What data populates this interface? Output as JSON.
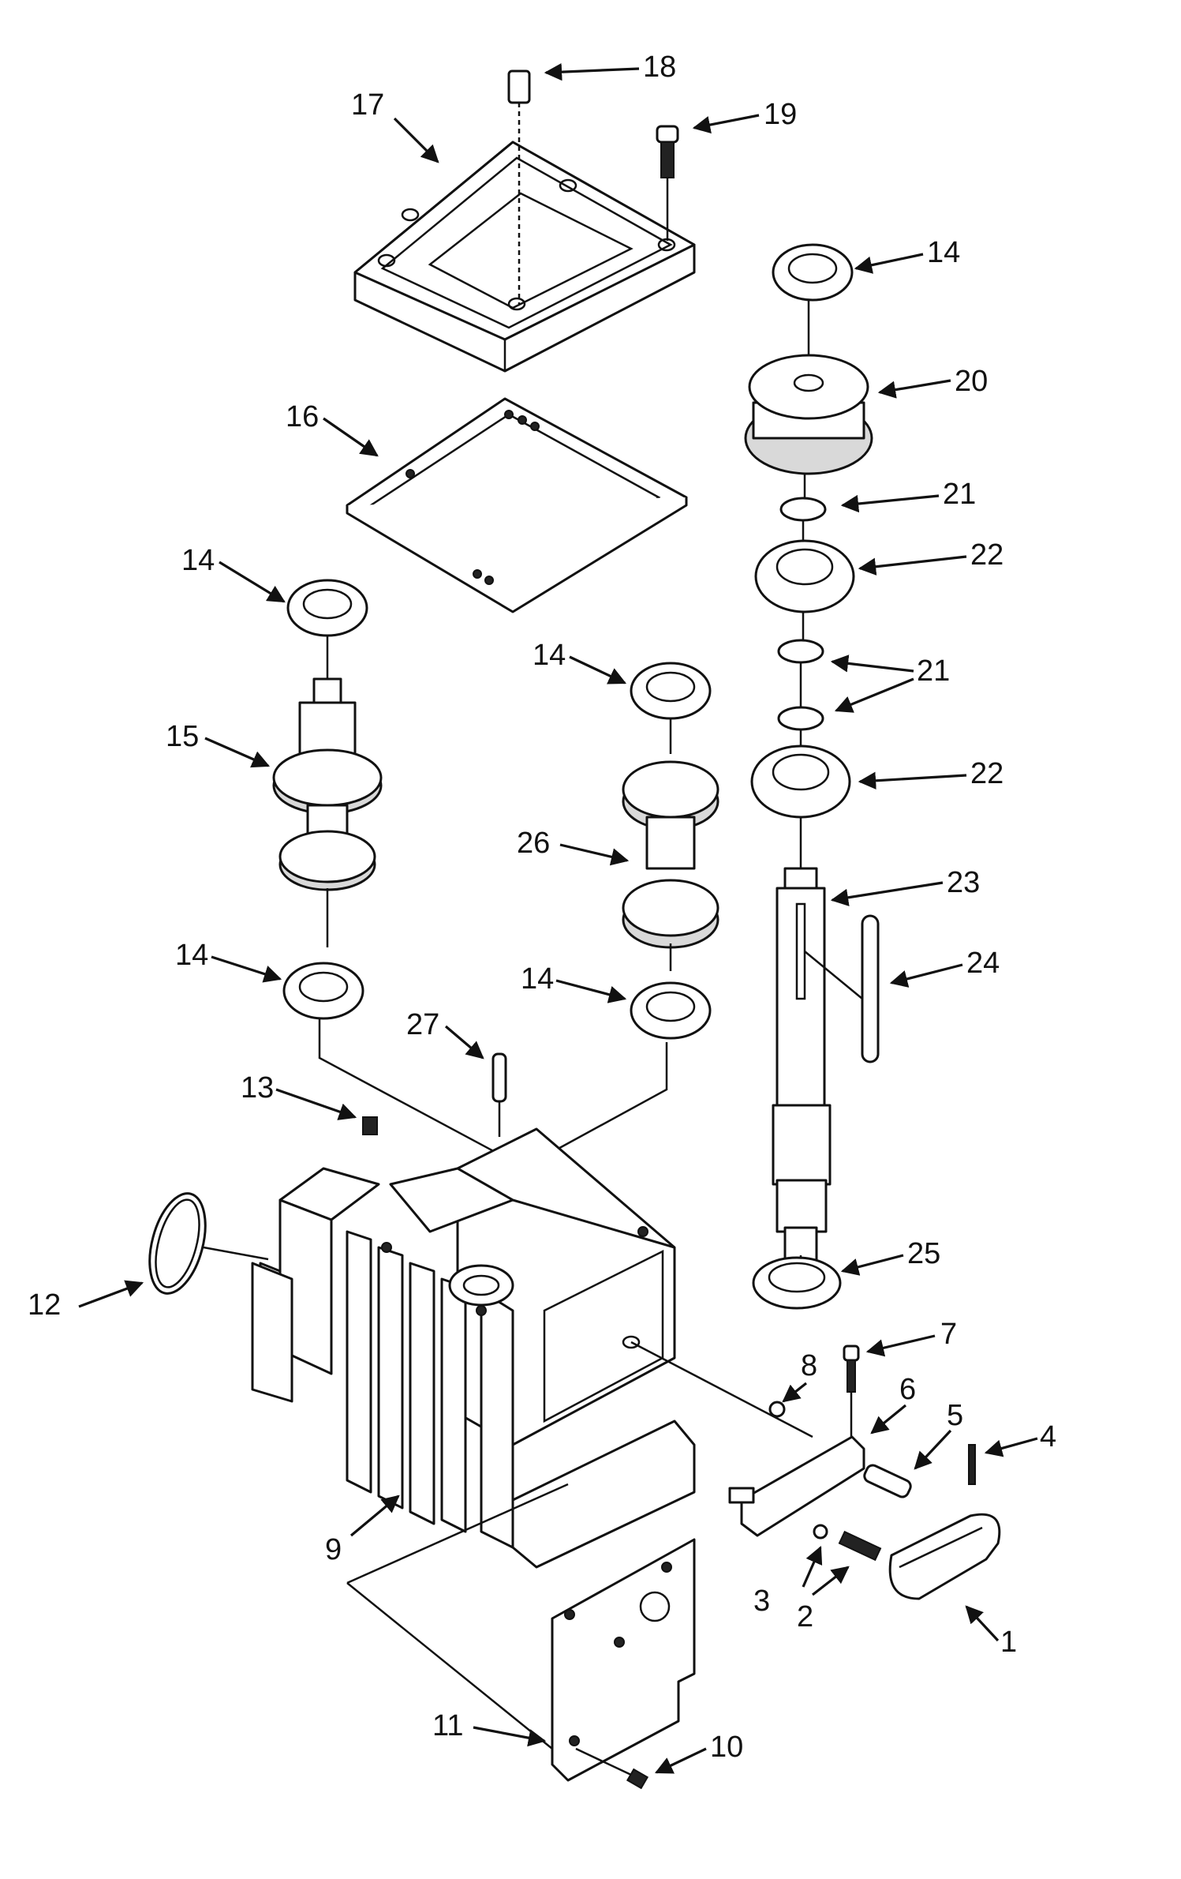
{
  "diagram": {
    "callouts": [
      {
        "id": "1",
        "text": "1"
      },
      {
        "id": "2",
        "text": "2"
      },
      {
        "id": "3",
        "text": "3"
      },
      {
        "id": "4",
        "text": "4"
      },
      {
        "id": "5",
        "text": "5"
      },
      {
        "id": "6",
        "text": "6"
      },
      {
        "id": "7",
        "text": "7"
      },
      {
        "id": "8",
        "text": "8"
      },
      {
        "id": "9",
        "text": "9"
      },
      {
        "id": "10",
        "text": "10"
      },
      {
        "id": "11",
        "text": "11"
      },
      {
        "id": "12",
        "text": "12"
      },
      {
        "id": "13",
        "text": "13"
      },
      {
        "id": "14a",
        "text": "14"
      },
      {
        "id": "14b",
        "text": "14"
      },
      {
        "id": "14c",
        "text": "14"
      },
      {
        "id": "14d",
        "text": "14"
      },
      {
        "id": "14e",
        "text": "14"
      },
      {
        "id": "15",
        "text": "15"
      },
      {
        "id": "16",
        "text": "16"
      },
      {
        "id": "17",
        "text": "17"
      },
      {
        "id": "18",
        "text": "18"
      },
      {
        "id": "19",
        "text": "19"
      },
      {
        "id": "20",
        "text": "20"
      },
      {
        "id": "21a",
        "text": "21"
      },
      {
        "id": "21b",
        "text": "21"
      },
      {
        "id": "22a",
        "text": "22"
      },
      {
        "id": "22b",
        "text": "22"
      },
      {
        "id": "23",
        "text": "23"
      },
      {
        "id": "24",
        "text": "24"
      },
      {
        "id": "25",
        "text": "25"
      },
      {
        "id": "26",
        "text": "26"
      },
      {
        "id": "27",
        "text": "27"
      }
    ]
  }
}
